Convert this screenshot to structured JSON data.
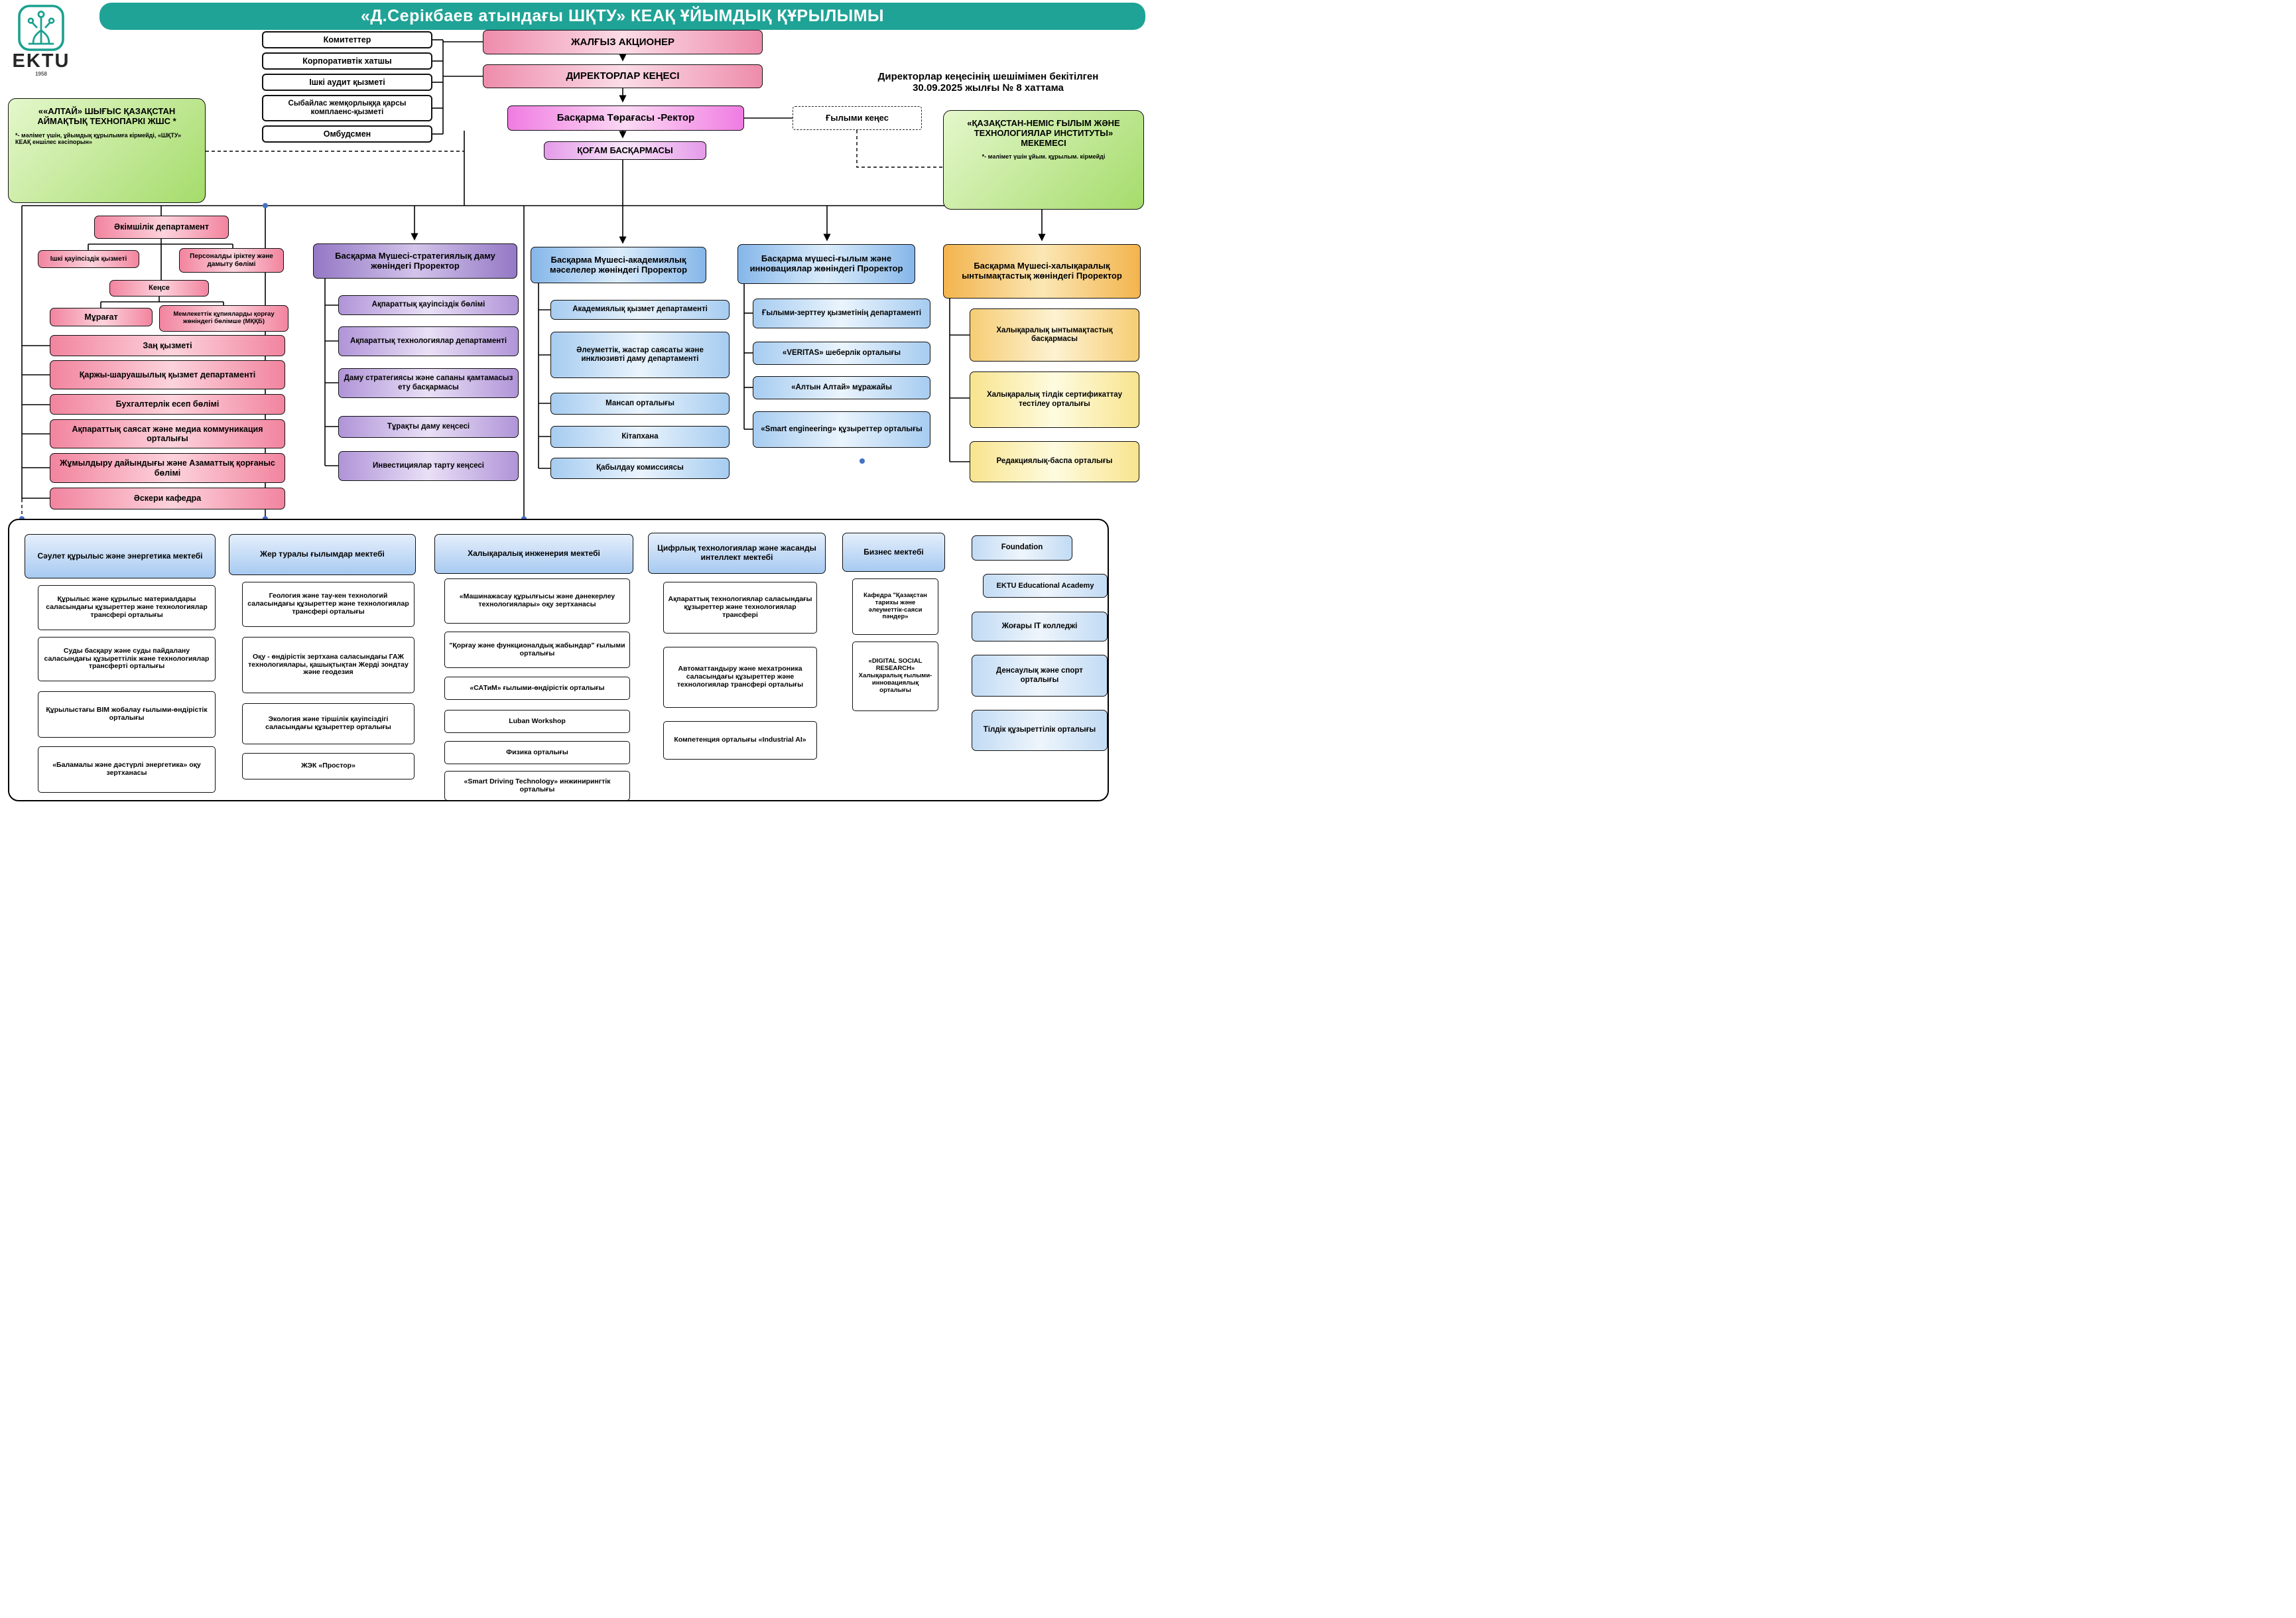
{
  "banner": {
    "title": "«Д.Серікбаев атындағы ШҚТУ» КЕАҚ ҰЙЫМДЫҚ ҚҰРЫЛЫМЫ"
  },
  "logo": {
    "name": "EKTU",
    "year": "1958"
  },
  "approval": "Директорлар кеңесінің шешімімен бекітілген 30.09.2025 жылғы № 8 хаттама",
  "governance": {
    "shareholder": "ЖАЛҒЫЗ АКЦИОНЕР",
    "board": "ДИРЕКТОРЛАР КЕҢЕСІ",
    "chairman": "Басқарма Төрағасы -Ректор",
    "management": "ҚОҒАМ БАСҚАРМАСЫ",
    "science_council": "Ғылыми кеңес",
    "committees": [
      "Комитеттер",
      "Корпоративтік хатшы",
      "Ішкі аудит қызметі",
      "Сыбайлас жемқорлыққа қарсы комплаенс-қызметі",
      "Омбудсмен"
    ]
  },
  "affiliates": {
    "altai": {
      "title": "««АЛТАЙ» ШЫҒЫС ҚАЗАҚСТАН АЙМАҚТЫҚ ТЕХНОПАРКІ ЖШС *",
      "note": "*- мәлімет үшін, ұйымдық құрылымға кірмейді,  «ШҚТУ» КЕАҚ еншілес кәсіпорын»"
    },
    "kazgerman": {
      "title": "«ҚАЗАҚСТАН-НЕМІС ҒЫЛЫМ ЖӘНЕ ТЕХНОЛОГИЯЛАР ИНСТИТУТЫ» МЕКЕМЕСІ",
      "note": "*- мәлімет үшін ұйым. құрылым. кірмейді"
    }
  },
  "admin": {
    "department": "Әкімшілік департамент",
    "security": "Ішкі қауіпсіздік қызметі",
    "hr": "Персоналды іріктеу және дамыту бөлімі",
    "office": "Кеңсе",
    "archive": "Мұрағат",
    "secrets": "Мемлекеттік құпияларды қорғау жөніндегі бөлімше (МҚҚБ)",
    "units": [
      "Заң қызметі",
      "Қаржы-шаруашылық қызмет департаменті",
      "Бухгалтерлік есеп бөлімі",
      "Ақпараттық саясат және медиа коммуникация орталығы",
      "Жұмылдыру дайындығы және Азаматтық қорғаныс  бөлімі",
      "Әскери кафедра"
    ]
  },
  "prorectors": [
    {
      "title": "Басқарма Мүшесі-стратегиялық даму жөніндегі Проректор",
      "units": [
        "Ақпараттық қауіпсіздік бөлімі",
        "Ақпараттық технологиялар департаменті",
        "Даму стратегиясы және сапаны қамтамасыз ету басқармасы",
        "Тұрақты даму кеңсесі",
        "Инвестициялар тарту кеңсесі"
      ]
    },
    {
      "title": "Басқарма Мүшесі-академиялық мәселелер жөніндегі Проректор",
      "units": [
        "Академиялық қызмет департаменті",
        "Әлеуметтік, жастар саясаты және инклюзивті даму департаменті",
        "Мансап орталығы",
        "Кітапхана",
        "Қабылдау комиссиясы"
      ]
    },
    {
      "title": "Басқарма мүшесі-ғылым және инновациялар жөніндегі Проректор",
      "units": [
        "Ғылыми-зерттеу қызметінің департаменті",
        "«VERITAS» шеберлік орталығы",
        "«Алтын Алтай» мұражайы",
        "«Smart engineering» құзыреттер орталығы"
      ]
    },
    {
      "title": "Басқарма Мүшесі-халықаралық ынтымақтастық жөніндегі Проректор",
      "units": [
        "Халықаралық ынтымақтастық басқармасы",
        "Халықаралық тілдік сертификаттау тестілеу орталығы",
        "Редакциялық-баспа орталығы"
      ]
    }
  ],
  "schools": [
    {
      "title": "Сәулет құрылыс және энергетика мектебі",
      "units": [
        "Құрылыс және құрылыс материалдары саласындағы құзыреттер және технологиялар трансфері орталығы",
        "Суды басқару және суды пайдалану саласындағы құзыреттілік және технологиялар трансферті орталығы",
        "Құрылыстағы BIM жобалау ғылыми-өндірістік орталығы",
        "«Баламалы және дәстүрлі энергетика» оқу зертханасы"
      ]
    },
    {
      "title": "Жер туралы ғылымдар мектебі",
      "units": [
        "Геология және тау-кен технологий саласындағы құзыреттер және технологиялар трансфері орталығы",
        "Оқу - өндірістік зертхана саласындағы ГАЖ технологиялары, қашықтықтан Жерді зондтау және геодезия",
        "Экология және тіршілік қауіпсіздігі саласындағы құзыреттер орталығы",
        "ЖЭК «Простор»"
      ]
    },
    {
      "title": "Халықаралық инженерия мектебі",
      "units": [
        "«Машинажасау құрылғысы және дәнекерлеу технологиялары» оқу зертханасы",
        "\"Қорғау және функционалдық жабындар\" ғылыми орталығы",
        "«САТиМ» ғылыми-өндірістік орталығы",
        "Luban Workshop",
        "Физика орталығы",
        "«Smart Driving Technology» инжинирингтік орталығы"
      ]
    },
    {
      "title": "Цифрлық технологиялар және жасанды интеллект мектебі",
      "units": [
        "Ақпараттық технологиялар саласындағы құзыреттер және технологиялар трансфері",
        "Автоматтандыру және мехатроника саласындағы құзыреттер және технологиялар трансфері орталығы",
        "Компетенция орталығы «Industrial AI»"
      ]
    },
    {
      "title": "Бизнес мектебі",
      "units": [
        "Кафедра \"Қазақстан тарихы және әлеуметтік-саяси пәндер»",
        "«DIGITAL SOCIAL RESEARCH» Халықаралық ғылыми-инновациялық орталығы"
      ]
    }
  ],
  "right_stack": [
    "Foundation",
    "EKTU Educational Academy",
    "Жоғары IT колледжі",
    "Денсаулық және спорт орталығы",
    "Тілдік құзыреттілік орталығы"
  ]
}
